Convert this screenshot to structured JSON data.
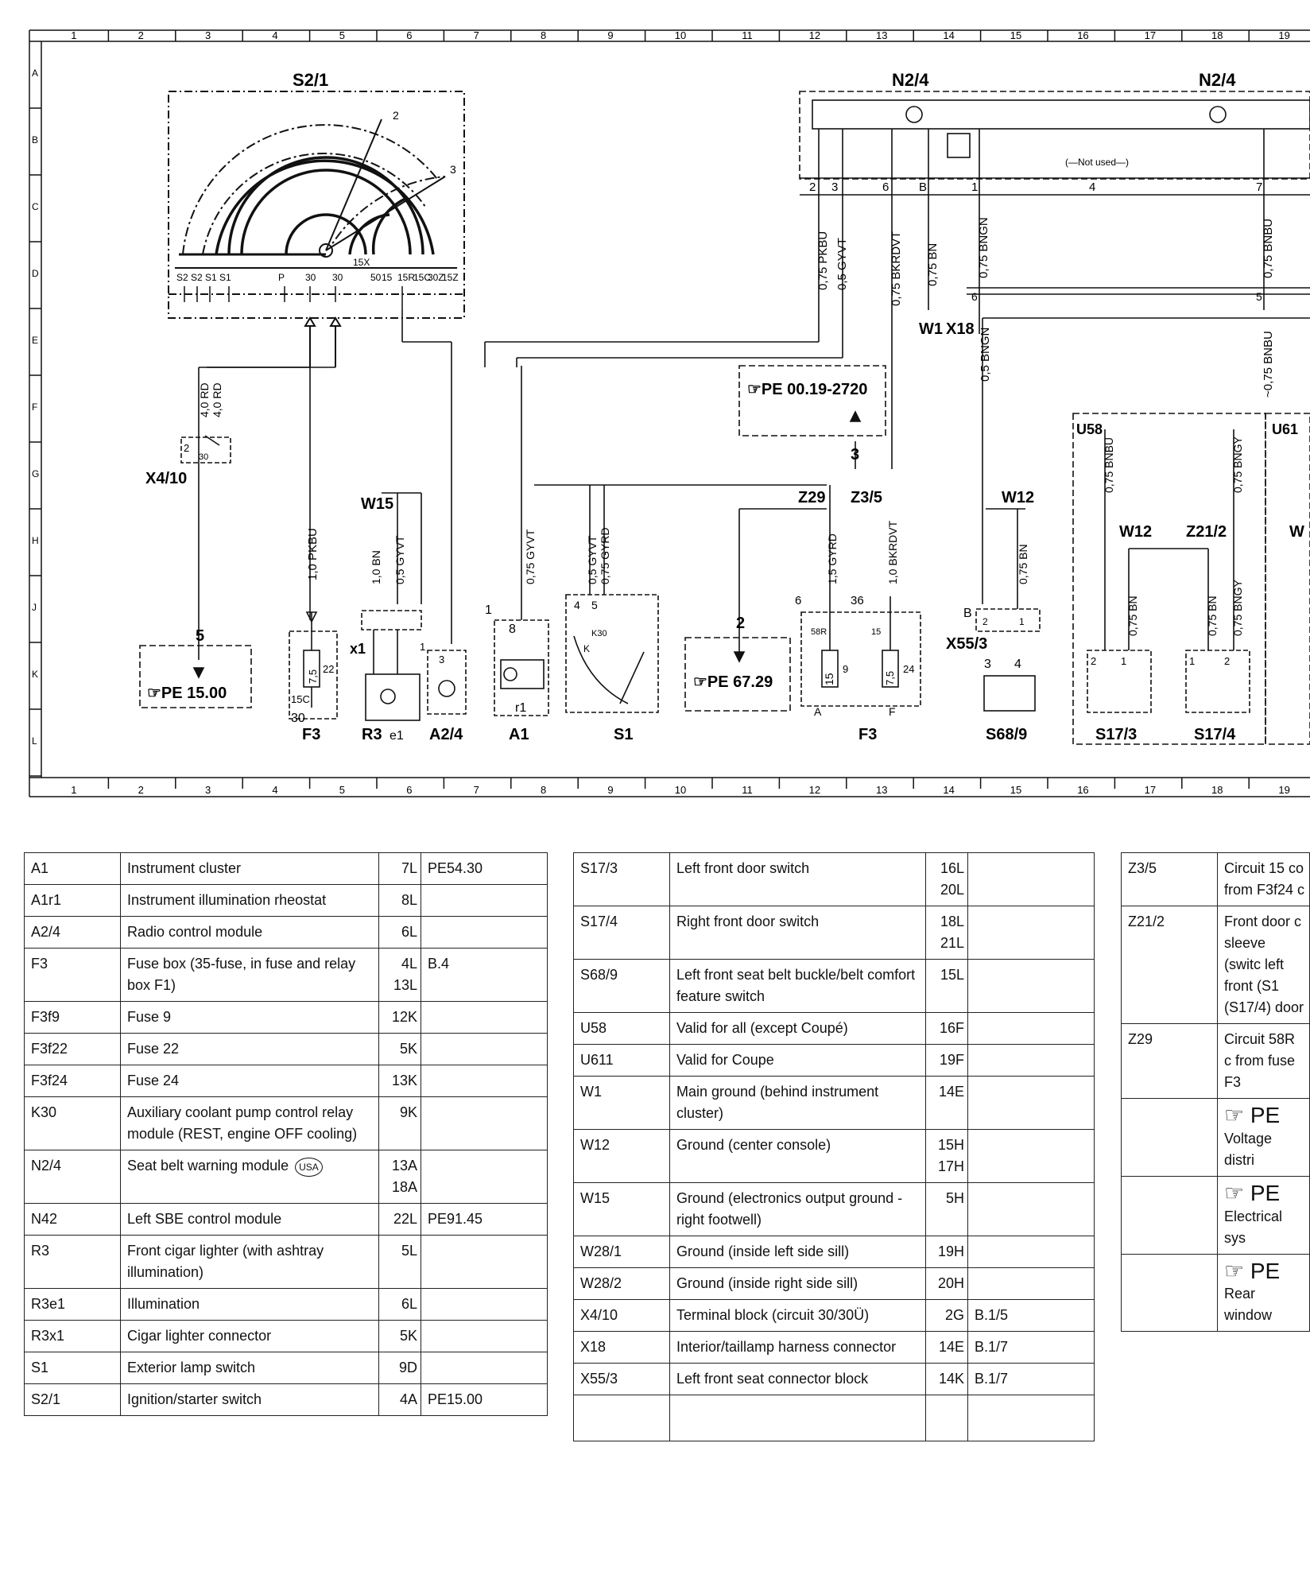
{
  "grid": {
    "top_numbers": [
      "1",
      "2",
      "3",
      "4",
      "5",
      "6",
      "7",
      "8",
      "9",
      "10",
      "11",
      "12",
      "13",
      "14",
      "15",
      "16",
      "17",
      "18",
      "19"
    ],
    "row_letters": [
      "A",
      "B",
      "C",
      "D",
      "E",
      "F",
      "G",
      "H",
      "J",
      "K",
      "L"
    ]
  },
  "diagram": {
    "components": {
      "s2_1": "S2/1",
      "n2_4_a": "N2/4",
      "n2_4_b": "N2/4",
      "x4_10": "X4/10",
      "f3_a": "F3",
      "f3_b": "F3",
      "r3": "R3",
      "e1": "e1",
      "a2_4": "A2/4",
      "a1": "A1",
      "r1": "r1",
      "s1": "S1",
      "s68_9": "S68/9",
      "s17_3": "S17/3",
      "s17_4": "S17/4",
      "w1": "W1",
      "x18": "X18",
      "w15": "W15",
      "w12_a": "W12",
      "w12_b": "W12",
      "z29": "Z29",
      "z3_5": "Z3/5",
      "z21_2": "Z21/2",
      "x55_3": "X55/3",
      "u58": "U58",
      "u61": "U61",
      "x1": "x1",
      "w_cut": "W"
    },
    "refs": {
      "pe_0019": "☞PE 00.19-2720",
      "pe_1500": "☞PE 15.00",
      "pe_6729": "☞PE 67.29",
      "not_used": "(—Not used—)"
    },
    "wires": {
      "pkbu075": "0,75 PKBU",
      "gyvt05": "0,5 GYVT",
      "bkrdvt075": "0,75 BKRDVT",
      "bn075": "0,75 BN",
      "bngn075": "0,75 BNGN",
      "bnbu075": "0,75 BNBU",
      "bngn05": "0,5 BNGN",
      "bnbu075b": "~0,75 BNBU",
      "rd40a": "4,0 RD",
      "rd40b": "4,0 RD",
      "pkbu10": "1,0 PKBU",
      "bn10": "1,0 BN",
      "gyvt05b": "0,5 GYVT",
      "gyvt075": "0,75 GYVT",
      "gyvt05c": "0,5 GYVT",
      "gyrd075": "0,75 GYRD",
      "gyrd15": "1,5 GYRD",
      "bkrdvt10": "1,0 BKRDVT",
      "bn075b": "0,75 BN",
      "bnbu075c": "0,75 BNBU",
      "bngy075": "0,75 BNGY",
      "bn075c": "0,75 BN",
      "bn075d": "0,75 BN",
      "bngy075b": "0,75 BNGY"
    },
    "pins": {
      "s2_terms": [
        "S2",
        "S2",
        "S1",
        "S1",
        "P",
        "30",
        "30",
        "15X",
        "50",
        "15",
        "15R",
        "15C",
        "30Z",
        "15Z"
      ],
      "n24_pins": [
        "2",
        "3",
        "6",
        "B",
        "1",
        "4",
        "7"
      ],
      "x18_pins": [
        "6",
        "5"
      ],
      "x410": [
        "2",
        "30"
      ],
      "num5": "5",
      "num3": "3",
      "num2": "2",
      "num1a": "1",
      "num1b": "1",
      "num8": "8",
      "num4": "4",
      "num5b": "5",
      "k30": "K30",
      "k": "K",
      "f22": "22",
      "f75": "7,5",
      "f15c": "15C",
      "f30": "30",
      "f58r": "58R",
      "f9": "9",
      "f15": "15",
      "f6": "6",
      "f36": "36",
      "f24": "24",
      "f75b": "7,5",
      "fA": "A",
      "fF": "F",
      "f15b": "15",
      "pB": "B",
      "p2a": "2",
      "p1a": "1",
      "p3": "3",
      "p4": "4",
      "p2b": "2",
      "p1b": "1",
      "p1c": "1",
      "p2c": "2",
      "p2x": "2",
      "p1x": "1",
      "p1a2": "1",
      "p3a2": "3",
      "p1n": "1"
    }
  },
  "legend": {
    "table1": [
      {
        "code": "A1",
        "desc": "Instrument cluster",
        "loc": "7L",
        "ref": "PE54.30"
      },
      {
        "code": "A1r1",
        "desc": "Instrument illumination rheostat",
        "loc": "8L",
        "ref": ""
      },
      {
        "code": "A2/4",
        "desc": "Radio control module",
        "loc": "6L",
        "ref": ""
      },
      {
        "code": "F3",
        "desc": "Fuse box (35-fuse, in fuse and relay box F1)",
        "loc": "4L\n13L",
        "ref": "B.4"
      },
      {
        "code": "F3f9",
        "desc": "Fuse 9",
        "loc": "12K",
        "ref": ""
      },
      {
        "code": "F3f22",
        "desc": "Fuse 22",
        "loc": "5K",
        "ref": ""
      },
      {
        "code": "F3f24",
        "desc": "Fuse 24",
        "loc": "13K",
        "ref": ""
      },
      {
        "code": "K30",
        "desc": "Auxiliary coolant pump control relay module (REST, engine OFF cooling)",
        "loc": "9K",
        "ref": ""
      },
      {
        "code": "N2/4",
        "desc": "Seat belt warning module",
        "badge": "USA",
        "loc": "13A\n18A",
        "ref": ""
      },
      {
        "code": "N42",
        "desc": "Left SBE control module",
        "loc": "22L",
        "ref": "PE91.45"
      },
      {
        "code": "R3",
        "desc": "Front cigar lighter (with ashtray illumination)",
        "loc": "5L",
        "ref": ""
      },
      {
        "code": "R3e1",
        "desc": "Illumination",
        "loc": "6L",
        "ref": ""
      },
      {
        "code": "R3x1",
        "desc": "Cigar lighter connector",
        "loc": "5K",
        "ref": ""
      },
      {
        "code": "S1",
        "desc": "Exterior lamp switch",
        "loc": "9D",
        "ref": ""
      },
      {
        "code": "S2/1",
        "desc": "Ignition/starter switch",
        "loc": "4A",
        "ref": "PE15.00"
      }
    ],
    "table2": [
      {
        "code": "S17/3",
        "desc": "Left front door switch",
        "loc": "16L\n20L",
        "ref": ""
      },
      {
        "code": "S17/4",
        "desc": "Right front door switch",
        "loc": "18L\n21L",
        "ref": ""
      },
      {
        "code": "S68/9",
        "desc": "Left front seat belt buckle/belt comfort feature switch",
        "loc": "15L",
        "ref": ""
      },
      {
        "code": "U58",
        "desc": "Valid for all (except Coupé)",
        "loc": "16F",
        "ref": ""
      },
      {
        "code": "U611",
        "desc": "Valid for Coupe",
        "loc": "19F",
        "ref": ""
      },
      {
        "code": "W1",
        "desc": "Main ground (behind instrument cluster)",
        "loc": "14E",
        "ref": ""
      },
      {
        "code": "W12",
        "desc": "Ground (center console)",
        "loc": "15H\n17H",
        "ref": ""
      },
      {
        "code": "W15",
        "desc": "Ground (electronics output ground - right footwell)",
        "loc": "5H",
        "ref": ""
      },
      {
        "code": "W28/1",
        "desc": "Ground (inside left side sill)",
        "loc": "19H",
        "ref": ""
      },
      {
        "code": "W28/2",
        "desc": "Ground (inside right side sill)",
        "loc": "20H",
        "ref": ""
      },
      {
        "code": "X4/10",
        "desc": "Terminal block (circuit 30/30Ü)",
        "loc": "2G",
        "ref": "B.1/5"
      },
      {
        "code": "X18",
        "desc": "Interior/taillamp harness connector",
        "loc": "14E",
        "ref": "B.1/7"
      },
      {
        "code": "X55/3",
        "desc": "Left front seat connector block",
        "loc": "14K",
        "ref": "B.1/7"
      },
      {
        "code": "",
        "desc": "",
        "loc": "",
        "ref": ""
      }
    ],
    "table3": [
      {
        "code": "Z3/5",
        "desc": "Circuit 15 co from F3f24 c"
      },
      {
        "code": "Z21/2",
        "desc": "Front door c sleeve (switc left front (S1 (S17/4) door"
      },
      {
        "code": "Z29",
        "desc": "Circuit 58R c from fuse F3"
      },
      {
        "code": "",
        "pe": "☞ PE",
        "desc": "Voltage distri"
      },
      {
        "code": "",
        "pe": "☞ PE",
        "desc": "Electrical sys"
      },
      {
        "code": "",
        "pe": "☞ PE",
        "desc": "Rear window"
      }
    ]
  }
}
